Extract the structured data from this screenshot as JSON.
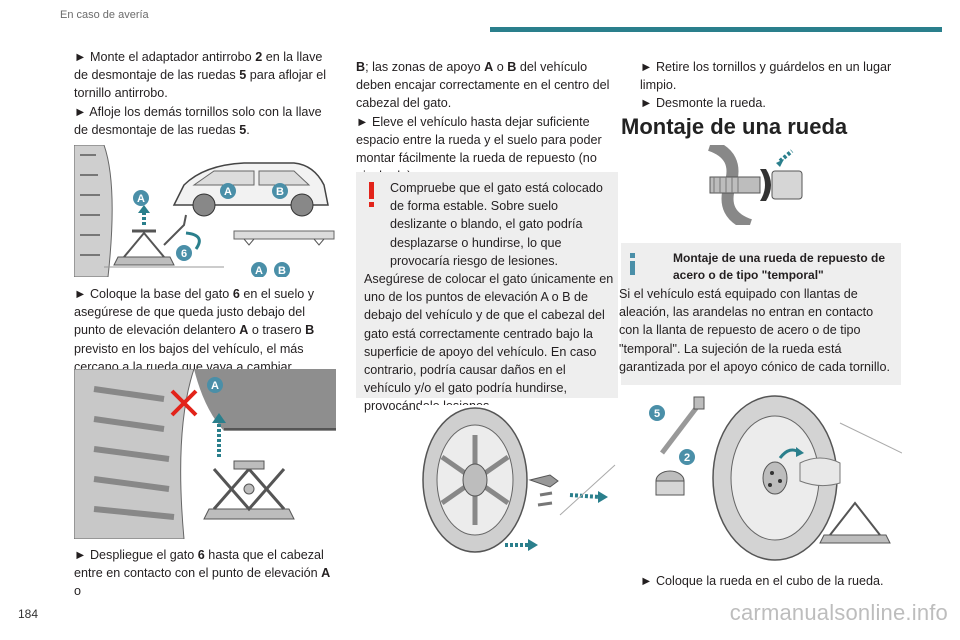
{
  "header": {
    "title": "En caso de avería"
  },
  "page_number": "184",
  "watermark": "carmanualsonline.info",
  "col1": {
    "p1_a": "► Monte el adaptador antirrobo ",
    "p1_b": "2",
    "p1_c": " en la llave de desmontaje de las ruedas ",
    "p1_d": "5",
    "p1_e": " para aflojar el tornillo antirrobo.",
    "p2_a": "► Afloje los demás tornillos solo con la llave de desmontaje de las ruedas ",
    "p2_b": "5",
    "p2_c": ".",
    "p3_a": "► Coloque la base del gato ",
    "p3_b": "6",
    "p3_c": " en el suelo y asegúrese de que queda justo debajo del punto de elevación delantero ",
    "p3_d": "A",
    "p3_e": " o trasero ",
    "p3_f": "B",
    "p3_g": " previsto en los bajos del vehículo, el más cercano a la rueda que vaya a cambiar.",
    "p4_a": "► Despliegue el gato ",
    "p4_b": "6",
    "p4_c": " hasta que el cabezal entre en contacto con el punto de elevación ",
    "p4_d": "A",
    "p4_e": " o"
  },
  "col2": {
    "p1_a": "B",
    "p1_b": "; las zonas de apoyo ",
    "p1_c": "A",
    "p1_d": " o ",
    "p1_e": "B",
    "p1_f": " del vehículo deben encajar correctamente en el centro del cabezal del gato.",
    "p2": "► Eleve el vehículo hasta dejar suficiente espacio entre la rueda y el suelo para poder montar fácilmente la rueda de repuesto (no pinchada).",
    "warning": {
      "l1": "Compruebe que el gato está colocado de forma estable. Sobre suelo deslizante o blando, el gato podría desplazarse o hundirse, lo que provocaría riesgo de lesiones.",
      "l2": "Asegúrese de colocar el gato únicamente en uno de los puntos de elevación A o B de debajo del vehículo y de que el cabezal del gato está correctamente centrado bajo la superficie de apoyo del vehículo. En caso contrario, podría causar daños en el vehículo y/o el gato podría hundirse, provocándole lesiones."
    }
  },
  "col3": {
    "p1": "► Retire los tornillos y guárdelos en un lugar limpio.",
    "p2": "► Desmonte la rueda.",
    "section_title": "Montaje de una rueda",
    "info": {
      "title": "Montaje de una rueda de repuesto de acero o de tipo \"temporal\"",
      "body": "Si el vehículo está equipado con llantas de aleación, las arandelas no entran en contacto con la llanta de repuesto de acero o de tipo \"temporal\". La sujeción de la rueda está garantizada por el apoyo cónico de cada tornillo."
    },
    "p3": "► Coloque la rueda en el cubo de la rueda."
  },
  "figures": {
    "fig1_labels": [
      "A",
      "A",
      "B",
      "6",
      "A",
      "B"
    ],
    "fig2_labels": [
      "A"
    ],
    "fig4_labels": [
      "5",
      "2"
    ],
    "badge_color": "#4a8fa8",
    "warn_color": "#e2231a",
    "info_color": "#4a8fa8",
    "accent": "#2a7f8c"
  }
}
